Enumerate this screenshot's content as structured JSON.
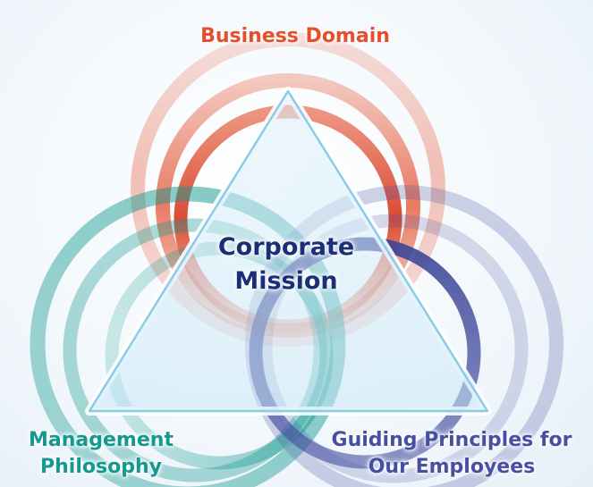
{
  "colors": {
    "business": "#e3502e",
    "management": "#13998f",
    "employees": "#4650a0",
    "mission": "#1b2f78",
    "triangle": "#8ccbe8"
  },
  "labels": {
    "business_domain": "Business Domain",
    "corporate_mission": [
      "Corporate",
      "Mission"
    ],
    "management_philosophy": [
      "Management",
      "Philosophy"
    ],
    "guiding_principles": [
      "Guiding Principles for",
      "Our Employees"
    ]
  }
}
